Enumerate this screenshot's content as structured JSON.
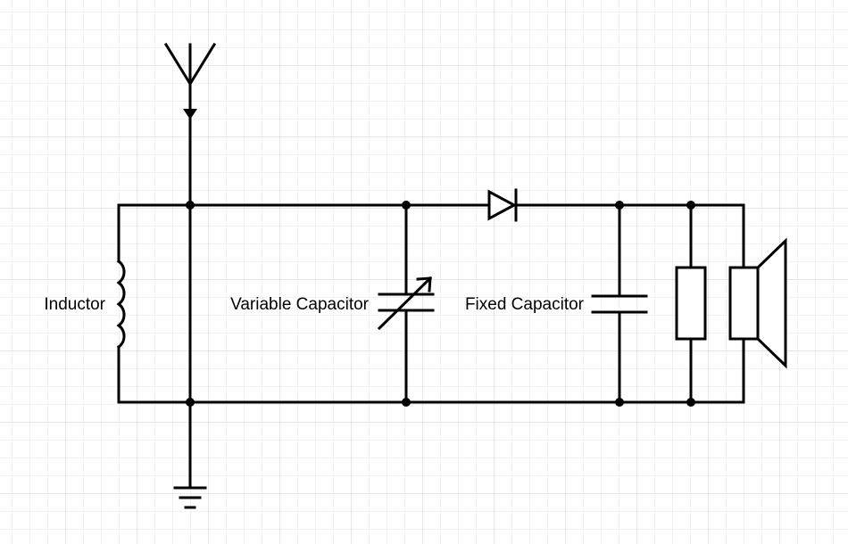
{
  "diagram": {
    "labels": {
      "inductor": "Inductor",
      "variable_capacitor": "Variable Capacitor",
      "fixed_capacitor": "Fixed Capacitor"
    },
    "colors": {
      "wire": "#000000",
      "grid": "#e6e6e6",
      "background": "#ffffff"
    },
    "components": [
      "antenna",
      "inductor",
      "variable-capacitor",
      "diode",
      "fixed-capacitor",
      "resistor",
      "speaker",
      "ground"
    ]
  }
}
